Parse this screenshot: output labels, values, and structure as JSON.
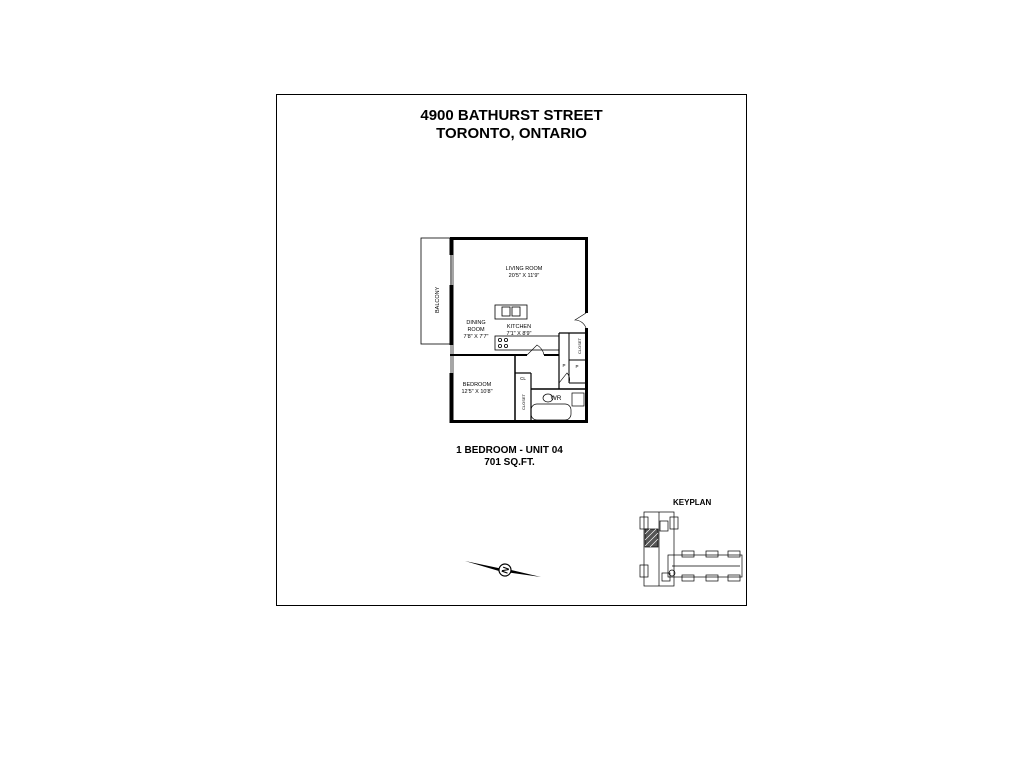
{
  "header": {
    "address_line1": "4900 BATHURST STREET",
    "address_line2": "TORONTO, ONTARIO"
  },
  "rooms": {
    "living_room": {
      "name": "LIVING ROOM",
      "size": "20'5\" X 11'9\""
    },
    "dining_room": {
      "name_line1": "DINING",
      "name_line2": "ROOM",
      "size": "7'8\" X 7'7\""
    },
    "kitchen": {
      "name": "KITCHEN",
      "size": "7'1\" X 8'9\""
    },
    "bedroom": {
      "name": "BEDROOM",
      "size": "12'5\" X 10'8\""
    },
    "balcony": "BALCONY",
    "washroom": "WR",
    "closet": "CLOSET",
    "closet_short": "CL",
    "pantry": "P"
  },
  "unit": {
    "type_label": "1 BEDROOM - UNIT 04",
    "area": "701 SQ.FT."
  },
  "keyplan": {
    "label": "KEYPLAN"
  },
  "compass": {
    "symbol": "N"
  }
}
